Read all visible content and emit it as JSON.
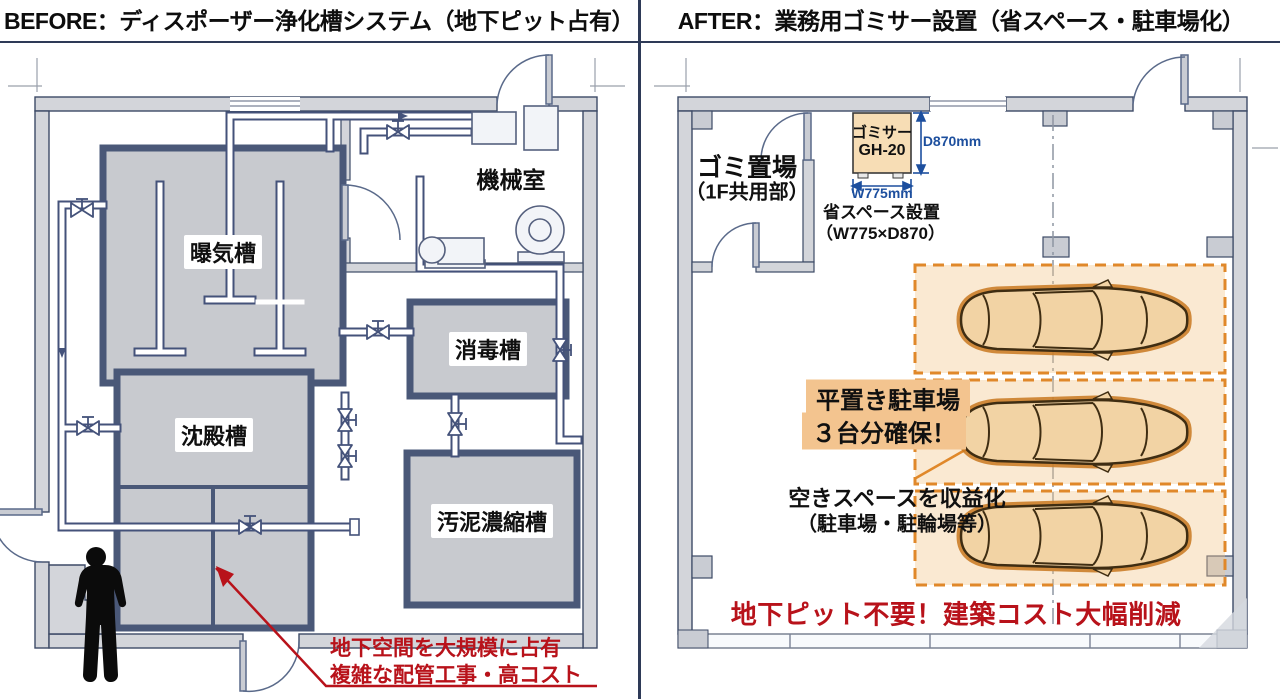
{
  "panels": {
    "before": {
      "title": "BEFORE：ディスポーザー浄化槽システム（地下ピット占有）",
      "tanks": {
        "aeration": "曝気槽",
        "machine_room": "機械室",
        "disinfection": "消毒槽",
        "sedimentation": "沈殿槽",
        "sludge": "汚泥濃縮槽"
      },
      "warning": {
        "line1": "地下空間を大規模に占有",
        "line2": "複雑な配管工事・高コスト"
      }
    },
    "after": {
      "title": "AFTER：業務用ゴミサー設置（省スペース・駐車場化）",
      "garbage_room": {
        "line1": "ゴミ置場",
        "line2": "（1F共用部）"
      },
      "unit": {
        "line1": "ゴミサー",
        "line2": "GH-20"
      },
      "dims": {
        "depth": "D870mm",
        "width": "W775mm",
        "note1": "省スペース設置",
        "note2": "（W775×D870）"
      },
      "parking": {
        "line1": "平置き駐車場",
        "line2": "３台分確保！"
      },
      "monetize": {
        "line1": "空きスペースを収益化",
        "line2": "（駐車場・駐輪場等）"
      },
      "banner": "地下ピット不要！建築コスト大幅削減"
    }
  },
  "colors": {
    "accent_red": "#b8121a",
    "dimension_blue": "#1d4f9e",
    "stall_orange": "#e0882a",
    "highlight_orange": "#f3c48f",
    "wall_fill": "#d3d5da",
    "wall_line": "#3d4a66",
    "tank_fill": "#c8cacf",
    "pipe_line": "#44527a",
    "unit_fill": "#f7ddb5",
    "car_fill": "#f2d3a4",
    "divider_navy": "#2e3a57"
  }
}
